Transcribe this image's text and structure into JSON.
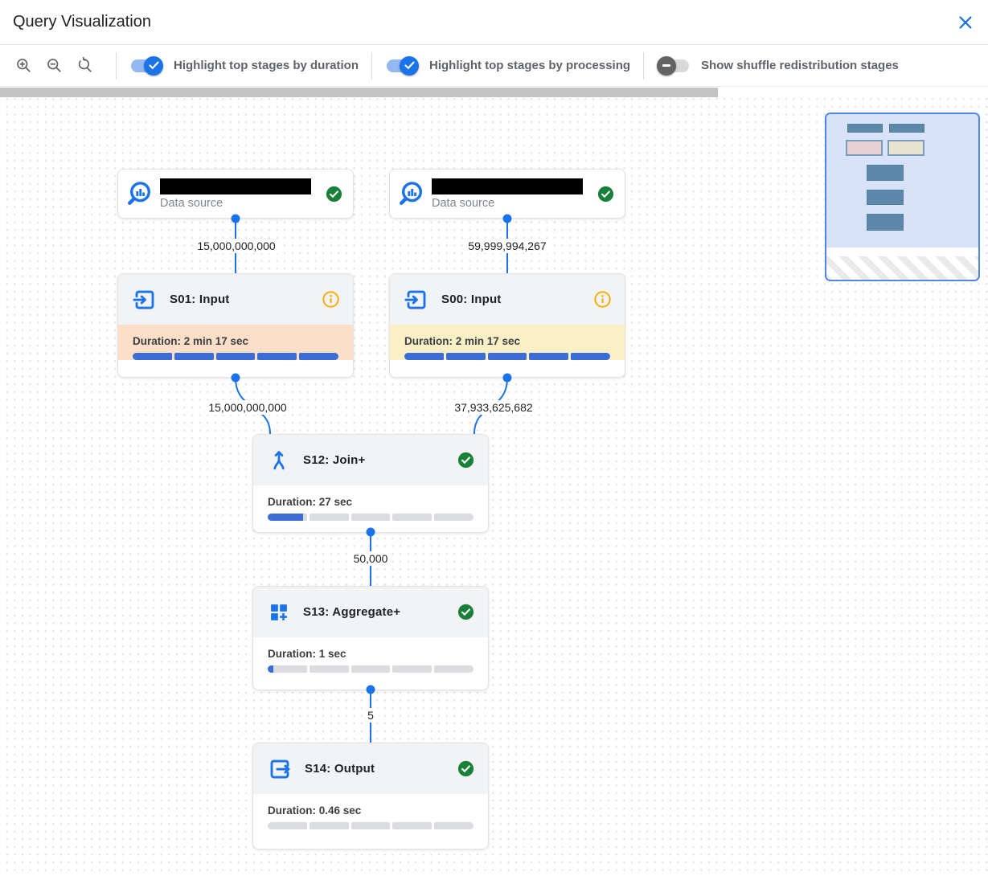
{
  "header": {
    "title": "Query Visualization"
  },
  "toolbar": {
    "zoom_controls": [
      "zoom-in",
      "zoom-out",
      "reset-zoom"
    ],
    "toggles": [
      {
        "label": "Highlight top stages by duration",
        "state": "on"
      },
      {
        "label": "Highlight top stages by processing",
        "state": "on"
      },
      {
        "label": "Show shuffle redistribution stages",
        "state": "off"
      }
    ]
  },
  "canvas": {
    "sources": [
      {
        "label": "Data source",
        "status": "success"
      },
      {
        "label": "Data source",
        "status": "success"
      }
    ],
    "stages": [
      {
        "title": "S01: Input",
        "duration": "Duration: 2 min 17 sec",
        "progress_pct": 100,
        "status": "info",
        "highlight": "duration"
      },
      {
        "title": "S00: Input",
        "duration": "Duration: 2 min 17 sec",
        "progress_pct": 100,
        "status": "info",
        "highlight": "processing"
      },
      {
        "title": "S12: Join+",
        "duration": "Duration: 27 sec",
        "progress_pct": 18,
        "status": "success",
        "highlight": "none"
      },
      {
        "title": "S13: Aggregate+",
        "duration": "Duration: 1 sec",
        "progress_pct": 3,
        "status": "success",
        "highlight": "none"
      },
      {
        "title": "S14: Output",
        "duration": "Duration: 0.46 sec",
        "progress_pct": 0,
        "status": "success",
        "highlight": "none"
      }
    ],
    "edge_labels": {
      "ds1_to_s01": "15,000,000,000",
      "ds2_to_s00": "59,999,994,267",
      "s01_to_s12": "15,000,000,000",
      "s00_to_s12": "37,933,625,682",
      "s12_to_s13": "50,000",
      "s13_to_s14": "5"
    }
  },
  "colors": {
    "accent_blue": "#1a73e8",
    "bar_blue": "#3b6dd6",
    "bar_gray": "#dadce0",
    "duration_highlight": "#fbdfc9",
    "processing_highlight": "#faf0c8",
    "success_green": "#188038",
    "info_orange": "#f9ab00",
    "minimap_viewport": "#d8e3fa"
  }
}
